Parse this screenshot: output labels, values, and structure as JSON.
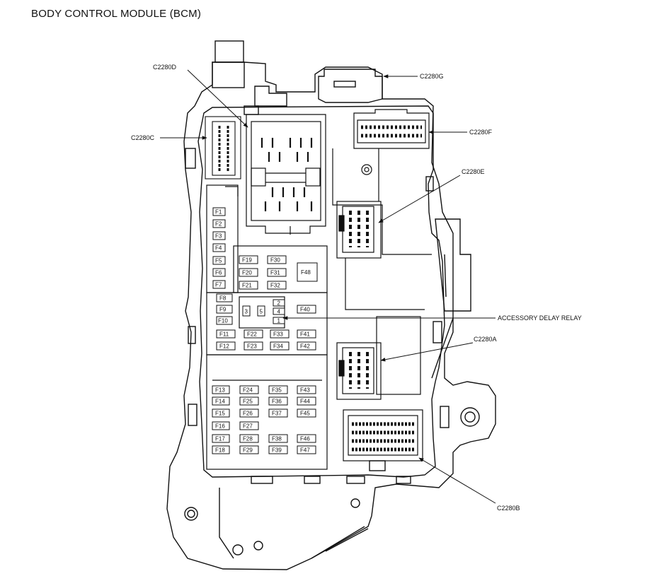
{
  "title": "BODY CONTROL MODULE (BCM)",
  "callouts": {
    "c2280d": "C2280D",
    "c2280c": "C2280C",
    "c2280g": "C2280G",
    "c2280f": "C2280F",
    "c2280e": "C2280E",
    "accessory_delay_relay": "ACCESSORY DELAY RELAY",
    "c2280a": "C2280A",
    "c2280b": "C2280B"
  },
  "fuses": {
    "f1": "F1",
    "f2": "F2",
    "f3": "F3",
    "f4": "F4",
    "f5": "F5",
    "f6": "F6",
    "f7": "F7",
    "f8": "F8",
    "f9": "F9",
    "f10": "F10",
    "f11": "F11",
    "f12": "F12",
    "f13": "F13",
    "f14": "F14",
    "f15": "F15",
    "f16": "F16",
    "f17": "F17",
    "f18": "F18",
    "f19": "F19",
    "f20": "F20",
    "f21": "F21",
    "f22": "F22",
    "f23": "F23",
    "f24": "F24",
    "f25": "F25",
    "f26": "F26",
    "f27": "F27",
    "f28": "F28",
    "f29": "F29",
    "f30": "F30",
    "f31": "F31",
    "f32": "F32",
    "f33": "F33",
    "f34": "F34",
    "f35": "F35",
    "f36": "F36",
    "f37": "F37",
    "f38": "F38",
    "f39": "F39",
    "f40": "F40",
    "f41": "F41",
    "f42": "F42",
    "f43": "F43",
    "f44": "F44",
    "f45": "F45",
    "f46": "F46",
    "f47": "F47",
    "f48": "F48"
  },
  "relay_pins": {
    "p1": "1",
    "p2": "2",
    "p3": "3",
    "p4": "4",
    "p5": "5"
  }
}
